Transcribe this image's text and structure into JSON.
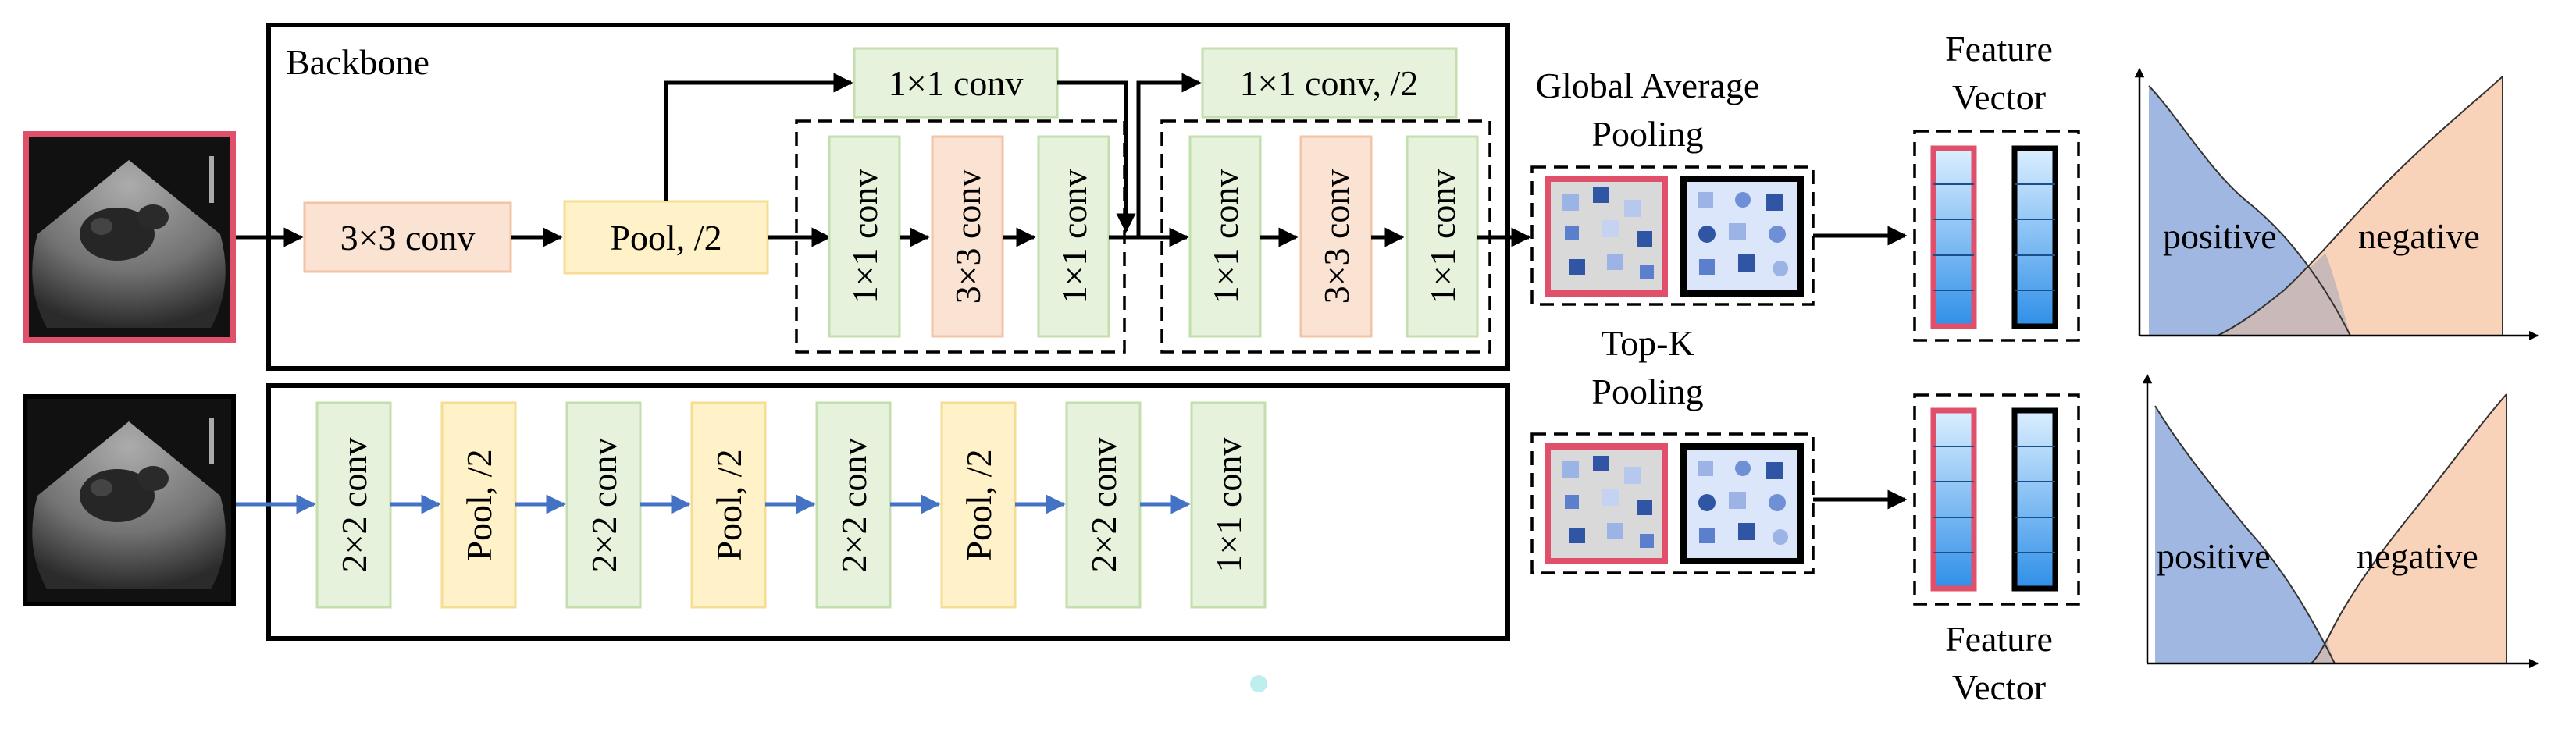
{
  "backbone": {
    "title": "Backbone",
    "conv3": "3×3 conv",
    "pool": "Pool, /2",
    "shortcut1": "1×1 conv",
    "shortcut2": "1×1 conv, /2",
    "block1": [
      "1×1 conv",
      "3×3 conv",
      "1×1 conv"
    ],
    "block2": [
      "1×1 conv",
      "3×3 conv",
      "1×1 conv"
    ]
  },
  "branch": {
    "layers": [
      "2×2 conv",
      "Pool, /2",
      "2×2 conv",
      "Pool, /2",
      "2×2 conv",
      "Pool, /2",
      "2×2 conv",
      "1×1 conv"
    ]
  },
  "gap": {
    "line1": "Global Average",
    "line2": "Pooling"
  },
  "topk": {
    "line1": "Top-K",
    "line2": "Pooling"
  },
  "feature_top": {
    "line1": "Feature",
    "line2": "Vector"
  },
  "feature_bottom": {
    "line1": "Feature",
    "line2": "Vector"
  },
  "dist_top": {
    "positive": "positive",
    "negative": "negative"
  },
  "dist_bottom": {
    "positive": "positive",
    "negative": "negative"
  },
  "colors": {
    "conv_orange_fill": "#fbe3d4",
    "conv_orange_stroke": "#f3c3a6",
    "conv_green_fill": "#e6f2dc",
    "conv_green_stroke": "#c3dfae",
    "pool_fill": "#fff2c8",
    "pool_stroke": "#f6dd93",
    "red_frame": "#e0506a",
    "blue_arrow": "#4472c4",
    "positive": "#8faadc",
    "negative": "#f8cbad",
    "overlap": "#c9b9b8",
    "teal_dot": "#bfeeee"
  }
}
